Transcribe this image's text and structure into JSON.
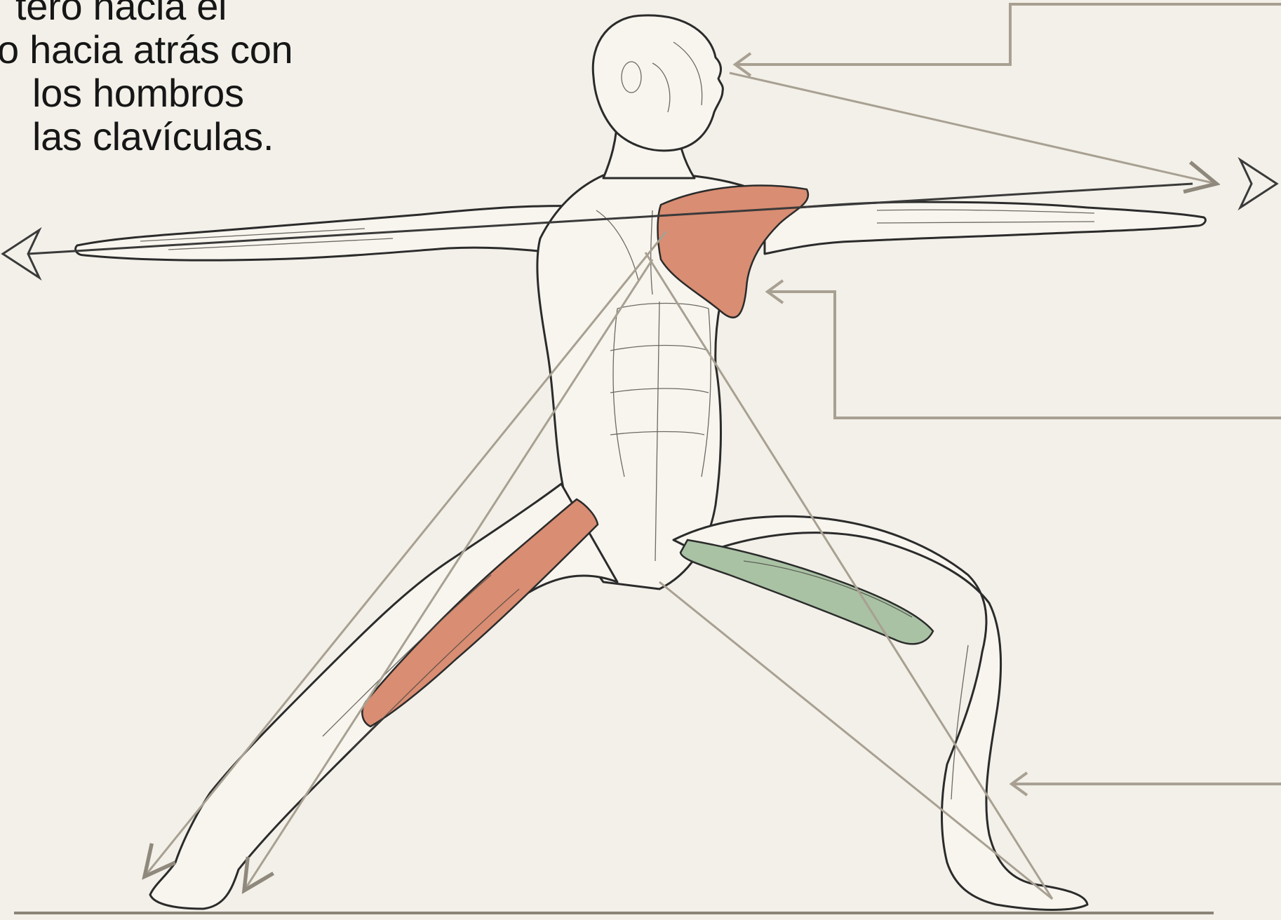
{
  "caption": {
    "lines": [
      "tero hacia el",
      "o hacia atrás con",
      "los hombros",
      "las clavículas."
    ]
  },
  "colors": {
    "background": "#f2f0e8",
    "stretch_highlight": "#d98d72",
    "contract_highlight": "#a9c2a4",
    "pointer_lines": "#9c9486",
    "outline": "#2a2a2a"
  },
  "illustration": {
    "subject": "anatomical figure in warrior II (virabhadrasana II) pose",
    "highlighted_muscles": [
      "pectoral (stretched)",
      "front-leg adductor (stretched)",
      "back-leg quadriceps (contracted)"
    ]
  }
}
